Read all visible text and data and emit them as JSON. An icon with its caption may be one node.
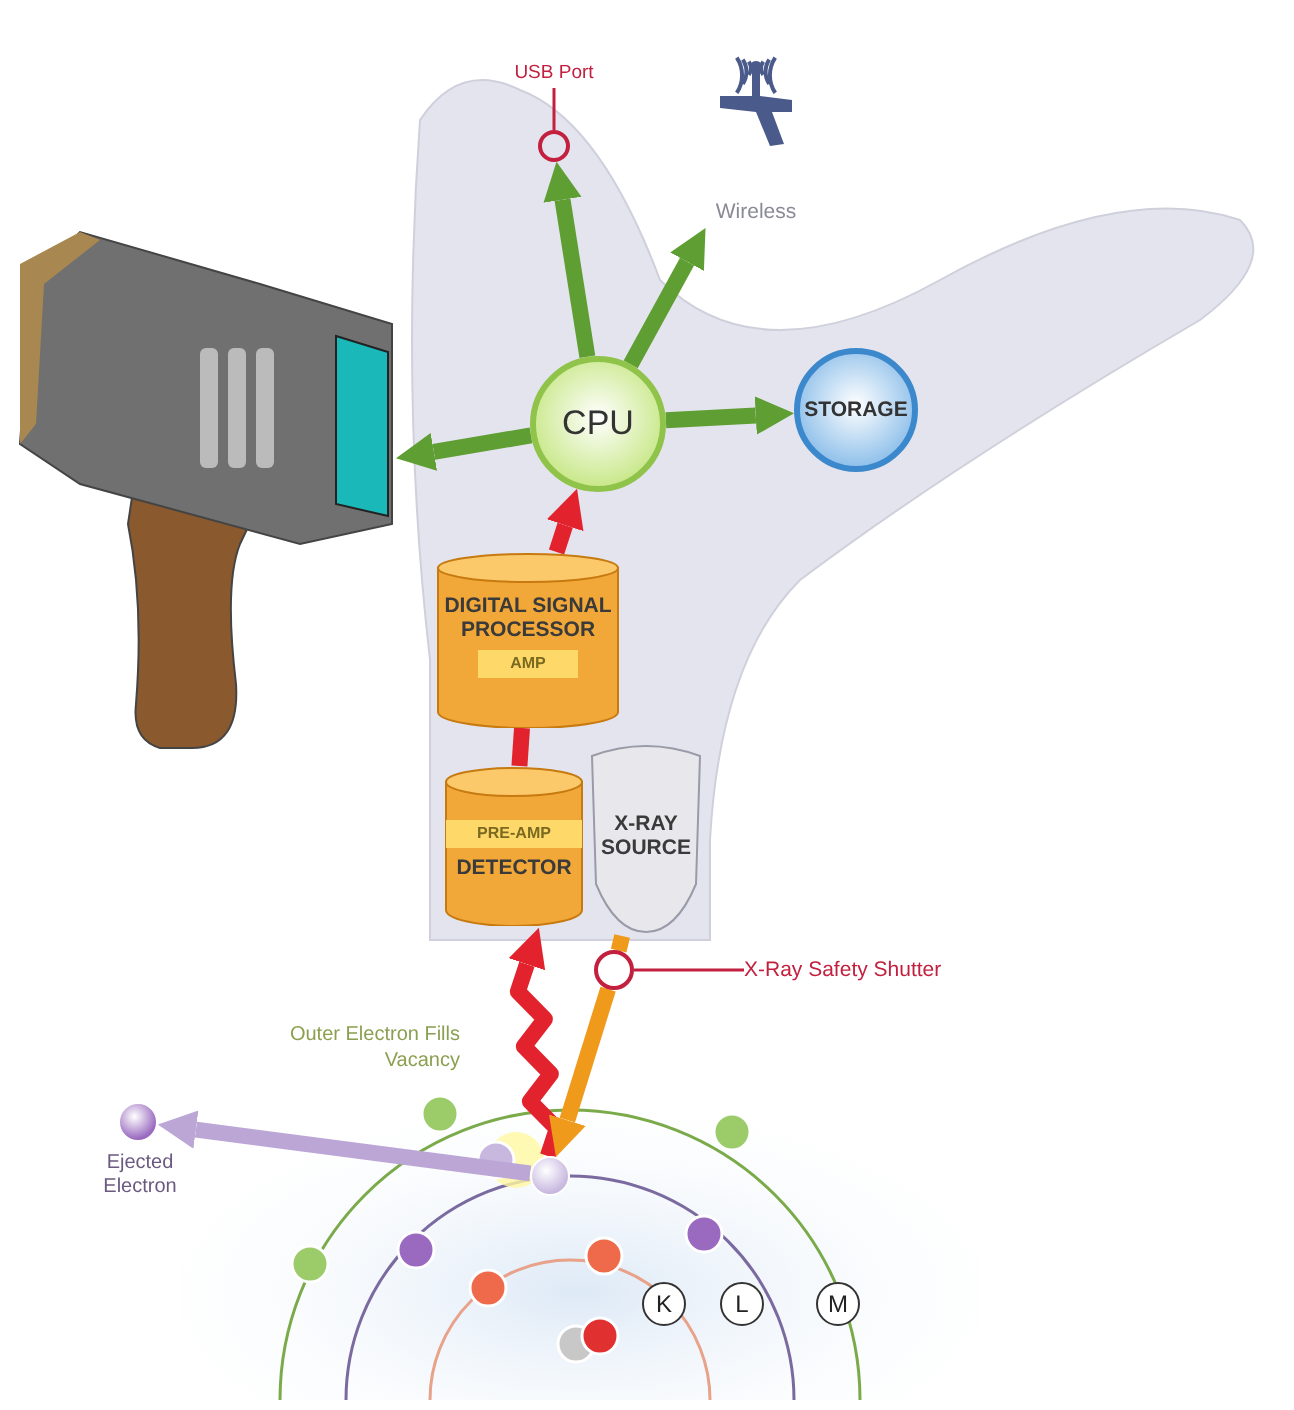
{
  "diagram": {
    "nodes": [
      {
        "text": [
          "CPU"
        ]
      },
      {
        "text": [
          "STORAGE"
        ]
      },
      {
        "text": [
          "USB Port"
        ]
      },
      {
        "text": [],
        "shape": "circle"
      },
      {
        "text": [
          "Wireless"
        ]
      },
      {
        "text": [],
        "shape": "picture"
      },
      {
        "text": [
          "DIGITAL SIGNAL PROCESSOR",
          "AMP"
        ]
      },
      {
        "text": [
          "PRE-AMP",
          "DETECTOR"
        ]
      },
      {
        "text": [
          "X-RAY SOURCE"
        ]
      },
      {
        "text": [],
        "shape": "circle"
      },
      {
        "text": [
          "X-Ray Safety Shutter"
        ]
      },
      {
        "text": [],
        "shape": "circle"
      },
      {
        "text": [],
        "shape": "circle",
        "beside": [
          "Ejected Electron"
        ]
      }
    ],
    "edges": [
      {
        "from": 0,
        "to": 1,
        "arrow": "to"
      },
      {
        "from": 0,
        "to": 3,
        "arrow": "to"
      },
      {
        "from": 0,
        "to": 4,
        "arrow": "to"
      },
      {
        "from": 0,
        "to": 5,
        "arrow": "to"
      },
      {
        "from": 6,
        "to": 0,
        "arrow": "to",
        "color": "#e2232e"
      },
      {
        "from": 7,
        "to": 6,
        "arrow": "none",
        "color": "#e2232e"
      },
      {
        "from": 11,
        "to": 7,
        "arrow": "to",
        "color": "#e2232e"
      },
      {
        "from": 8,
        "to": 9,
        "arrow": "none",
        "color": "#f09a1c"
      },
      {
        "from": 9,
        "to": 11,
        "arrow": "to",
        "color": "#f09a1c"
      },
      {
        "from": 11,
        "to": 12,
        "arrow": "to",
        "color": "#bca6d6"
      },
      {
        "from": 10,
        "to": 9,
        "arrow": "none",
        "color": "#c2203e"
      },
      {
        "from": 2,
        "to": 3,
        "arrow": "none",
        "color": "#c2203e"
      }
    ],
    "labels": [
      "Outer Electron Fills Vacancy",
      "K",
      "L",
      "M"
    ]
  }
}
